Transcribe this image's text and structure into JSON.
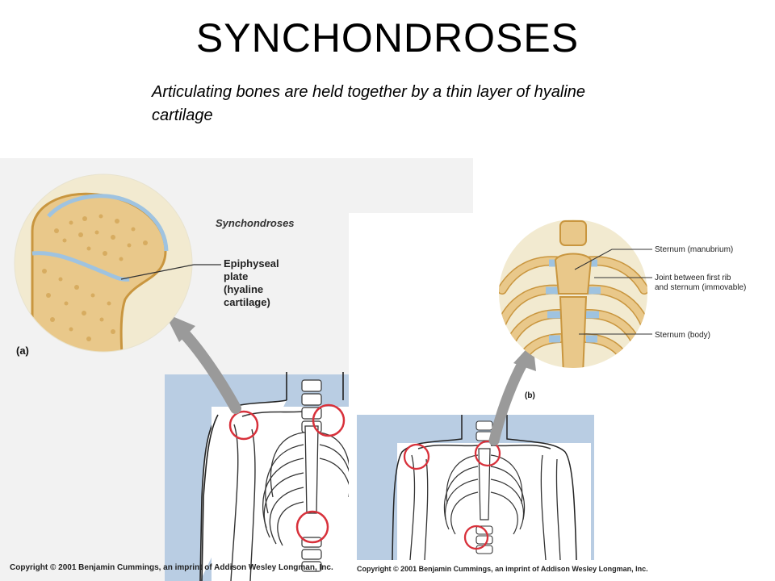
{
  "slide": {
    "title": "SYNCHONDROSES",
    "subtitle": "Articulating bones are held together by a thin layer of hyaline cartilage"
  },
  "figure_a": {
    "heading": "Synchondroses",
    "label_line1": "Epiphyseal",
    "label_line2": "plate",
    "label_line3": "(hyaline",
    "label_line4": "cartilage)",
    "tag": "(a)",
    "copyright": "Copyright © 2001 Benjamin Cummings, an imprint of Addison Wesley Longman, Inc."
  },
  "figure_b": {
    "label_manubrium": "Sternum (manubrium)",
    "label_joint_line1": "Joint between first rib",
    "label_joint_line2": "and sternum (immovable)",
    "label_body": "Sternum (body)",
    "tag": "(b)",
    "copyright": "Copyright © 2001 Benjamin Cummings, an imprint of Addison Wesley Longman, Inc."
  },
  "colors": {
    "bone": "#e9c88a",
    "bone_dark": "#c9963f",
    "cartilage": "#9fc3e0",
    "inset_bg": "#f2ead0",
    "torso_bg": "#b9cde3",
    "highlight_circle": "#d8313b",
    "arrow": "#9a9a9a"
  }
}
